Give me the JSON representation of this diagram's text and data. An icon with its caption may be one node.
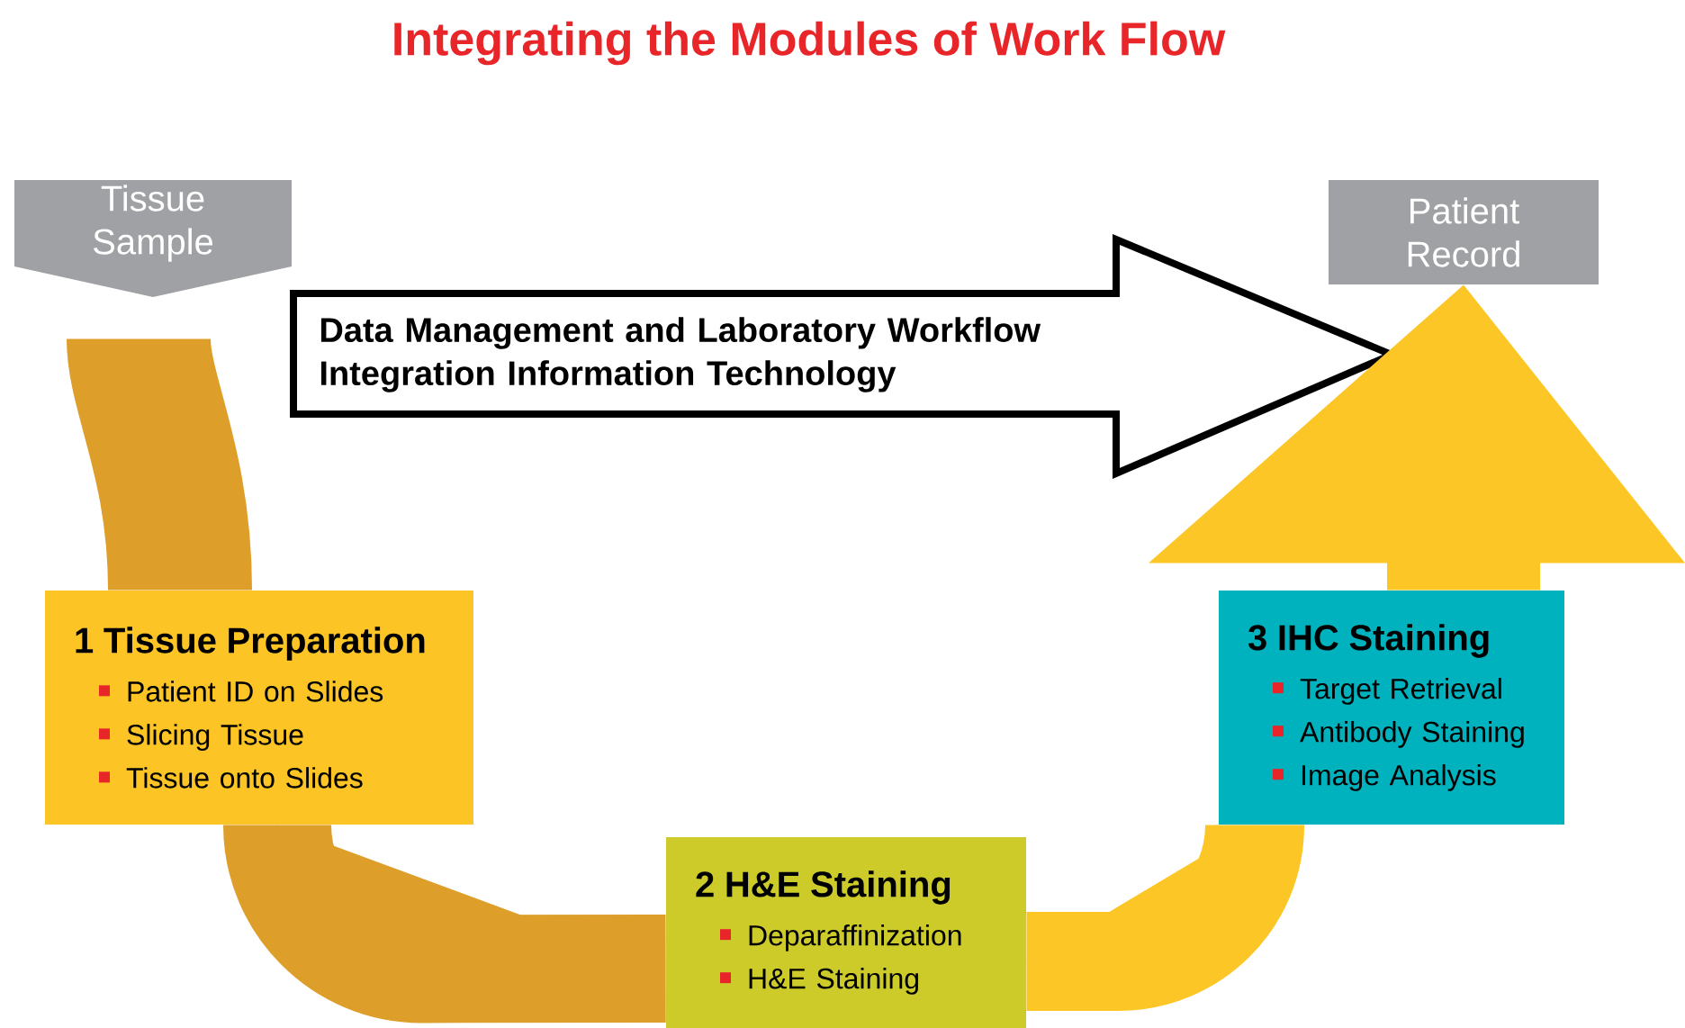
{
  "diagram": {
    "title": "Integrating the Modules of Work Flow",
    "nodes": [
      {
        "text": [
          "Tissue Sample"
        ]
      },
      {
        "text": [
          "Patient Record"
        ]
      },
      {
        "text": [
          "Data Management and Laboratory Workflow Integration Information Technology"
        ]
      },
      {
        "text": [
          "1 Tissue Preparation",
          "Patient ID on Slides",
          "Slicing Tissue",
          "Tissue onto Slides"
        ]
      },
      {
        "text": [
          "2 H&E Staining",
          "Deparaffinization",
          "H&E Staining"
        ]
      },
      {
        "text": [
          "3 IHC Staining",
          "Target Retrieval",
          "Antibody Staining",
          "Image Analysis"
        ]
      }
    ],
    "edges": [
      {
        "from": 0,
        "to": 3,
        "arrow": "none",
        "color": "#dd9e2a"
      },
      {
        "from": 3,
        "to": 4,
        "arrow": "none",
        "color": "#dd9e2a"
      },
      {
        "from": 4,
        "to": 5,
        "arrow": "none",
        "color": "#fcc726"
      },
      {
        "from": 5,
        "to": 1,
        "arrow": "to",
        "color": "#fcc726"
      }
    ]
  }
}
